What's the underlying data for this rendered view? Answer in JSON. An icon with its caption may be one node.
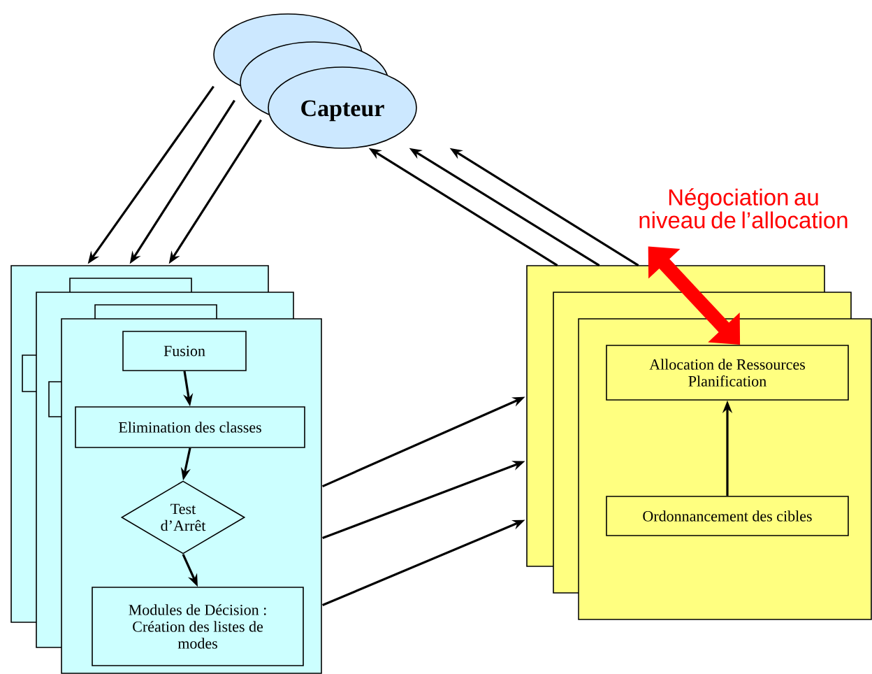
{
  "diagram": {
    "nodes": [
      {
        "text": [
          "Capteur"
        ]
      },
      {
        "text": [],
        "shape": "box"
      },
      {
        "text": [
          "Fusion"
        ],
        "in": 1
      },
      {
        "text": [
          "Elimination des classes"
        ],
        "in": 1
      },
      {
        "text": [
          "Test d’Arrêt"
        ],
        "in": 1
      },
      {
        "text": [
          "Modules de Décision : Création des listes de modes"
        ],
        "in": 1
      },
      {
        "text": [],
        "shape": "box"
      },
      {
        "text": [
          "Allocation de Ressources Planification"
        ],
        "in": 6
      },
      {
        "text": [
          "Ordonnancement des cibles"
        ],
        "in": 6
      },
      {
        "text": [
          "Négociation au niveau de l’allocation"
        ]
      },
      {
        "text": [],
        "shape": "box"
      },
      {
        "text": [],
        "shape": "box"
      },
      {
        "text": [],
        "shape": "box"
      },
      {
        "text": [],
        "shape": "box"
      }
    ],
    "edges": [
      {
        "from": 0,
        "to": 1,
        "arrow": "to"
      },
      {
        "from": 0,
        "to": 1,
        "arrow": "to"
      },
      {
        "from": 0,
        "to": 1,
        "arrow": "to"
      },
      {
        "from": 6,
        "to": 0,
        "arrow": "to"
      },
      {
        "from": 6,
        "to": 0,
        "arrow": "to"
      },
      {
        "from": 6,
        "to": 0,
        "arrow": "to"
      },
      {
        "from": 1,
        "to": 6,
        "arrow": "to"
      },
      {
        "from": 1,
        "to": 6,
        "arrow": "to"
      },
      {
        "from": 1,
        "to": 6,
        "arrow": "to"
      },
      {
        "from": 2,
        "to": 3,
        "arrow": "to"
      },
      {
        "from": 3,
        "to": 4,
        "arrow": "to"
      },
      {
        "from": 4,
        "to": 5,
        "arrow": "to"
      },
      {
        "from": 8,
        "to": 7,
        "arrow": "to"
      },
      {
        "from": 9,
        "to": 7,
        "arrow": "both",
        "style": "thick",
        "color": "#ff0000"
      }
    ]
  }
}
